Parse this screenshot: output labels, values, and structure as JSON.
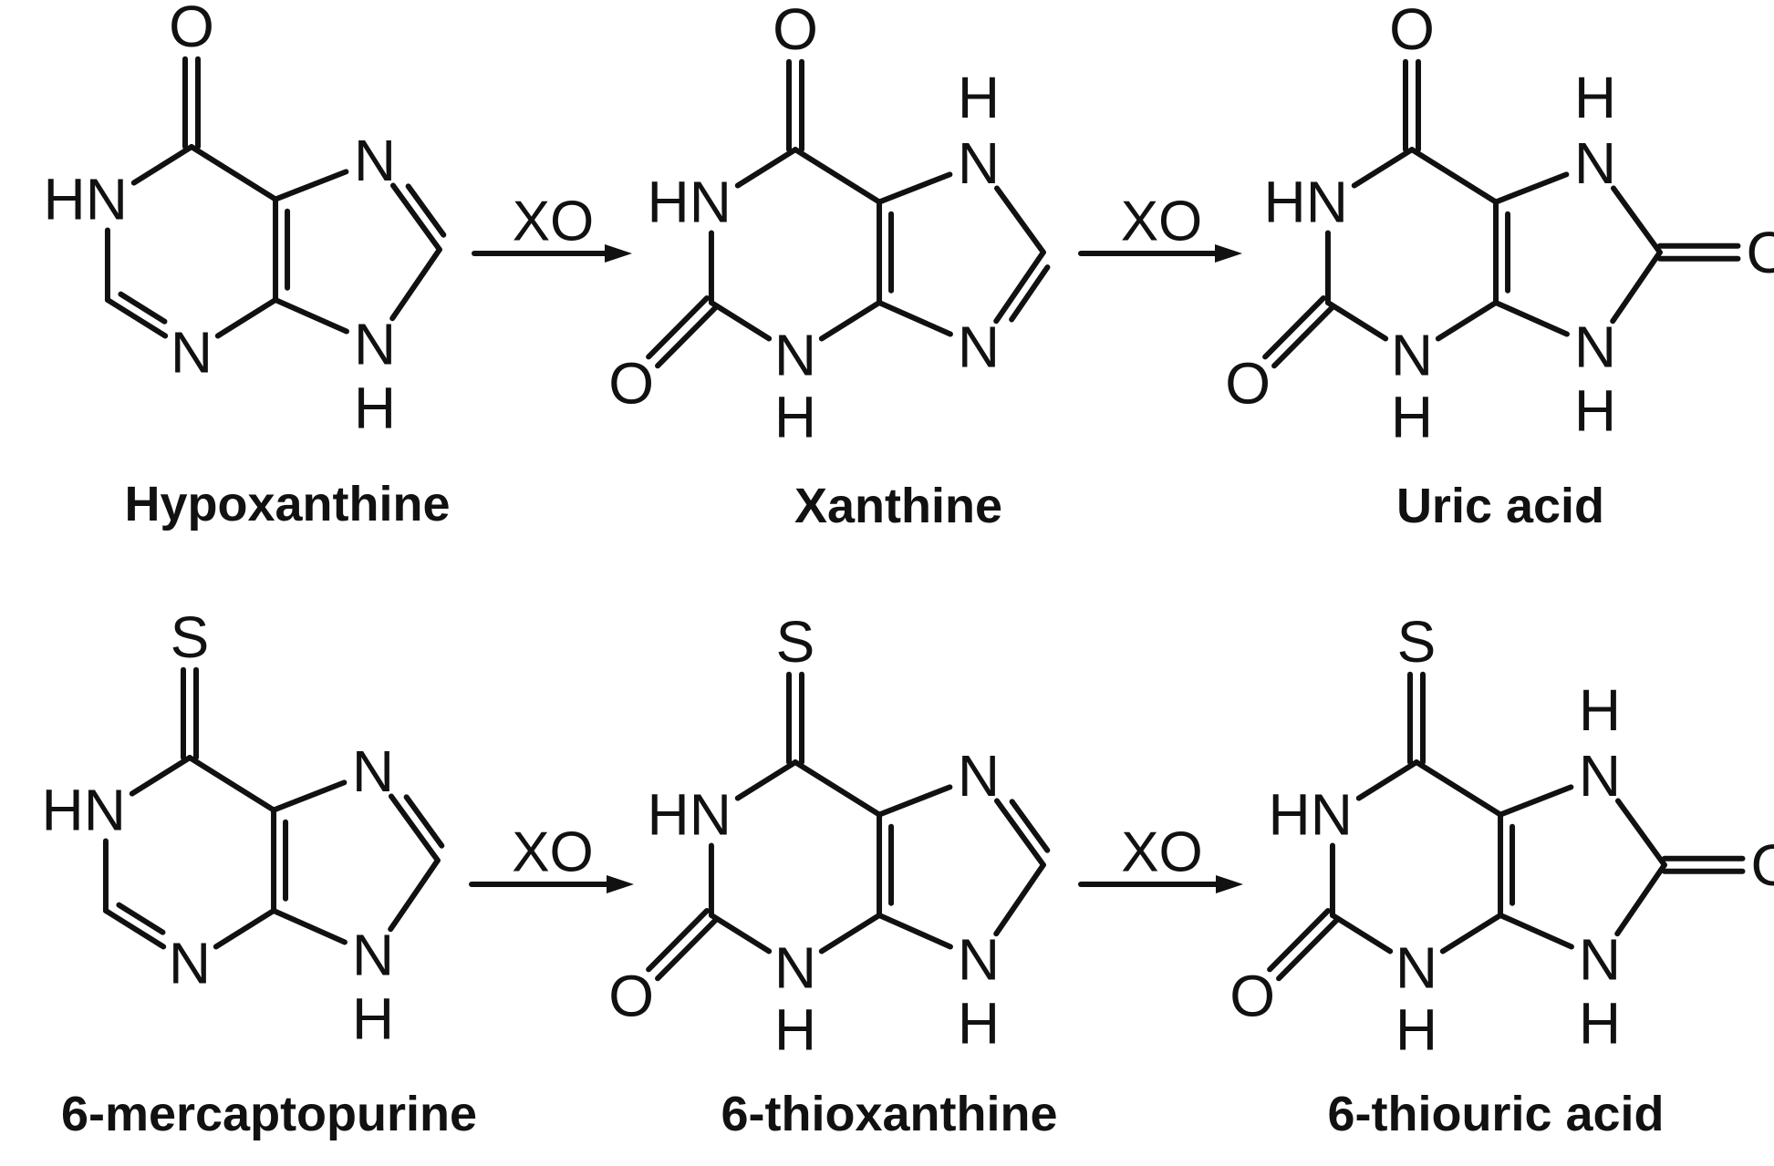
{
  "atom_labels": {
    "O": "O",
    "S": "S",
    "N": "N",
    "H": "H",
    "HN": "HN"
  },
  "enzyme_label": "XO",
  "compounds": [
    {
      "name": "Hypoxanthine"
    },
    {
      "name": "Xanthine"
    },
    {
      "name": "Uric acid"
    },
    {
      "name": "6-mercaptopurine"
    },
    {
      "name": "6-thioxanthine"
    },
    {
      "name": "6-thiouric acid"
    }
  ],
  "arrows": [
    {
      "label": "XO"
    },
    {
      "label": "XO"
    },
    {
      "label": "XO"
    },
    {
      "label": "XO"
    }
  ],
  "colors": {
    "ink": "#111111",
    "background": "#ffffff"
  }
}
